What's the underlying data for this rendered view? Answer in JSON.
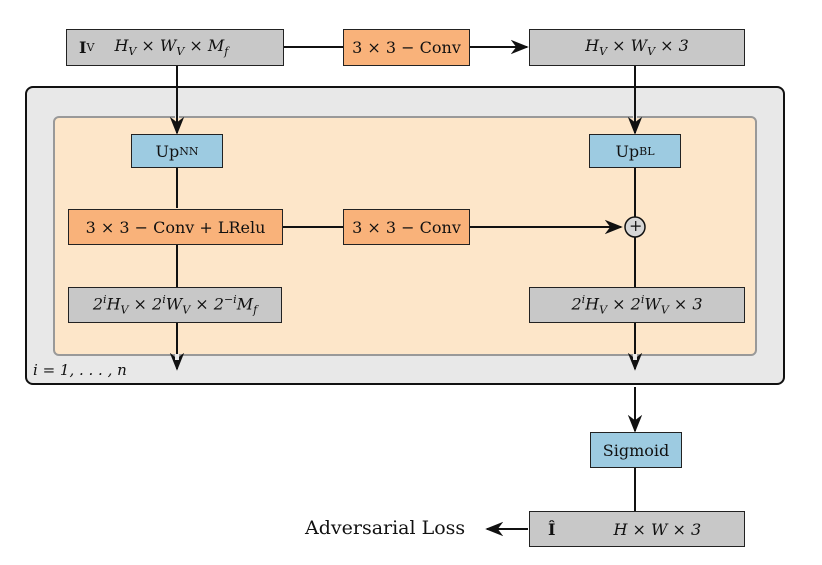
{
  "top": {
    "input_symbol": "I",
    "input_symbol_sub": "V",
    "input_dims": "H_V × W_V × M_f",
    "conv_label": "3 × 3 − Conv",
    "rgb_dims": "H_V × W_V × 3"
  },
  "loop": {
    "up_nn": "Up",
    "up_nn_sub": "NN",
    "up_bl": "Up",
    "up_bl_sub": "BL",
    "conv_lrelu": "3 × 3 − Conv + LRelu",
    "conv_mid": "3 × 3 − Conv",
    "sum_symbol": "+",
    "feat_dims": "2^i H_V × 2^i W_V × 2^−i M_f",
    "rgb_dims": "2^i H_V × 2^i W_V × 3",
    "index_label": "i = 1, . . . , n"
  },
  "bottom": {
    "sigmoid": "Sigmoid",
    "output_symbol": "Î",
    "output_dims": "H × W × 3",
    "loss_label": "Adversarial Loss"
  }
}
